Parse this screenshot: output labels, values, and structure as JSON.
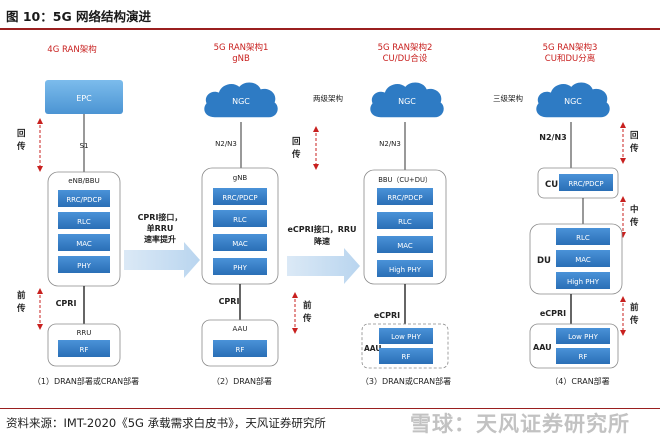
{
  "title": "图 10：5G 网络结构演进",
  "footer": "资料来源：IMT-2020《5G 承载需求白皮书》，天风证券研究所",
  "watermark": "雪球：天风证券研究所",
  "colors": {
    "box": "#2e7bc4",
    "box_light": "#5aa3e0",
    "cloud": "#2e7bc4",
    "red": "#c8201f",
    "brand": "#9a1f1f",
    "dashed": "#8a8a8a"
  },
  "col1": {
    "header": "4G RAN架构",
    "core": "EPC",
    "backhaul_iface": "S1",
    "backhaul_label": "回\n传",
    "node_label": "eNB/BBU",
    "stack": [
      "RRC/PDCP",
      "RLC",
      "MAC",
      "PHY"
    ],
    "fronthaul_iface": "CPRI",
    "fronthaul_label": "前\n传",
    "remote_label": "RRU",
    "remote_box": "RF",
    "caption": "（1）DRAN部署或CRAN部署"
  },
  "arrow1": "CPRI接口，\n单RRU\n速率提升",
  "col2": {
    "header1": "5G RAN架构1",
    "header2": "gNB",
    "core": "NGC",
    "backhaul_iface": "N2/N3",
    "backhaul_label": "回\n传",
    "node_label": "gNB",
    "stack": [
      "RRC/PDCP",
      "RLC",
      "MAC",
      "PHY"
    ],
    "fronthaul_iface": "CPRI",
    "remote_label": "AAU",
    "remote_box": "RF",
    "caption": "（2）DRAN部署"
  },
  "arrow2": "eCPRI接口，RRU\n降速",
  "side_note2": "两级架构",
  "fronthaul_label_mid": "前\n传",
  "col3": {
    "header1": "5G RAN架构2",
    "header2": "CU/DU合设",
    "core": "NGC",
    "backhaul_iface": "N2/N3",
    "node_label": "BBU（CU+DU）",
    "stack": [
      "RRC/PDCP",
      "RLC",
      "MAC",
      "High PHY"
    ],
    "fronthaul_iface": "eCPRI",
    "remote_label": "AAU",
    "remote_stack": [
      "Low PHY",
      "RF"
    ],
    "caption": "（3）DRAN或CRAN部署"
  },
  "side_note3": "三级架构",
  "col4": {
    "header1": "5G RAN架构3",
    "header2": "CU和DU分离",
    "core": "NGC",
    "backhaul_iface": "N2/N3",
    "backhaul_label": "回\n传",
    "cu_label": "CU",
    "cu_box": "RRC/PDCP",
    "midhaul_label": "中\n传",
    "du_label": "DU",
    "du_stack": [
      "RLC",
      "MAC",
      "High PHY"
    ],
    "fronthaul_iface": "eCPRI",
    "fronthaul_label": "前\n传",
    "remote_label": "AAU",
    "remote_stack": [
      "Low PHY",
      "RF"
    ],
    "caption": "（4）CRAN部署"
  }
}
